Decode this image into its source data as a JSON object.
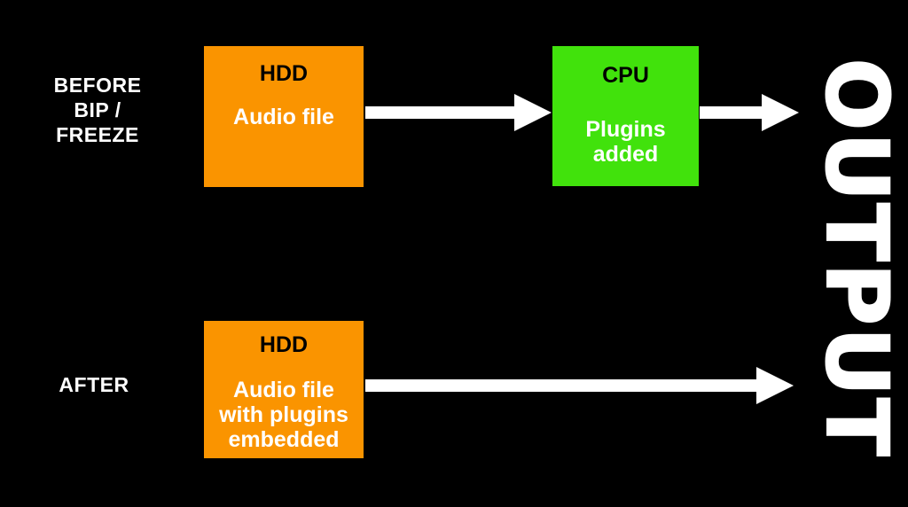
{
  "colors": {
    "background": "#000000",
    "hdd_box": "#fa9400",
    "cpu_box": "#41e20c",
    "arrow": "#ffffff",
    "label_text": "#ffffff",
    "box_title_text": "#000000",
    "box_body_text": "#ffffff"
  },
  "rows": {
    "before": {
      "label": "BEFORE\nBIP /\nFREEZE",
      "hdd_box": {
        "title": "HDD",
        "body": "Audio file"
      },
      "cpu_box": {
        "title": "CPU",
        "body": "Plugins\nadded"
      }
    },
    "after": {
      "label": "AFTER",
      "hdd_box": {
        "title": "HDD",
        "body": "Audio file\nwith plugins\nembedded"
      }
    }
  },
  "output_label": "OUTPUT"
}
